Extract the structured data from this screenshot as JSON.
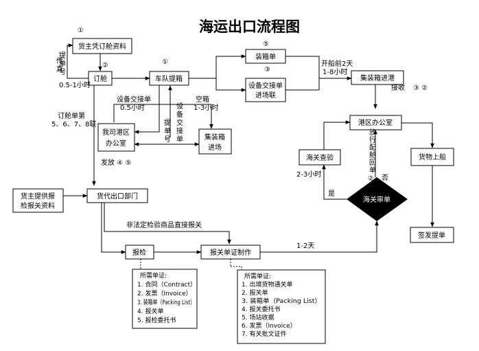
{
  "title": "海运出口流程图",
  "nodes": {
    "shipper_booking": "货主凭订舱资料",
    "booking": "订舱",
    "truck_pickup": "车队提箱",
    "packing_list": "装箱单",
    "eir_entry": [
      "设备交接单",
      "进场联"
    ],
    "container_in_port": "集装箱进港",
    "port_office": [
      "我司港区",
      "办公室"
    ],
    "container_entry": [
      "集装箱",
      "进场"
    ],
    "port_area_office": "港区办公室",
    "customs_inspection": "海关查验",
    "loading": "货物上船",
    "customs_review": "海关审单",
    "shipper_docs": [
      "货主提供报",
      "检报关资料"
    ],
    "forwarder_export": "货代出口部门",
    "inspection": "报检",
    "declaration": "报关单证制作",
    "bill_of_lading": "签发提单"
  },
  "labels": {
    "circle_1a": "①",
    "circle_1b": "①",
    "circle_2": "②",
    "circle_3": "③",
    "circle_5": "⑤",
    "circle_3_2": "③ ②",
    "fax": [
      "传",
      "真"
    ],
    "bl_no": [
      "提",
      "单",
      "号"
    ],
    "booking_time": "0.5-1小时",
    "eir_time": [
      "设备交接单",
      "0.5小时"
    ],
    "empty_time": [
      "空箱",
      "1-3小时"
    ],
    "bl_no2": [
      "提",
      "单",
      "号"
    ],
    "eir_vert": [
      "设",
      "备",
      "交",
      "接",
      "单"
    ],
    "booking_copies": [
      "订舱单第",
      "5、6、7、8联"
    ],
    "issue": "发放 ④ ⑤",
    "sailing": [
      "开船前2天",
      "1-8小时"
    ],
    "receive": "接收",
    "release": [
      "放",
      "行",
      "配",
      "舱",
      "回",
      "单",
      "②"
    ],
    "no": "否",
    "yes": "是",
    "inspect_time": "2-3小时",
    "non_legal": "非法定检验商品直接报关",
    "days": "1-2天"
  },
  "notes": {
    "inspection_docs": {
      "heading": "所需单证:",
      "items": [
        "1. 合同（Contract）",
        "2. 发票（Invoice）",
        "3. 装箱单（Packing List）",
        "4. 报关单",
        "5. 报检委托书"
      ]
    },
    "declaration_docs": {
      "heading": "所需单证:",
      "items": [
        "1. 出境货物通关单",
        "2. 报关单",
        "3. 装箱单（Packing List）",
        "4. 报关委托书",
        "5. 场站收据",
        "6. 发票（Invoice）",
        "7. 有关批文证件"
      ]
    }
  }
}
